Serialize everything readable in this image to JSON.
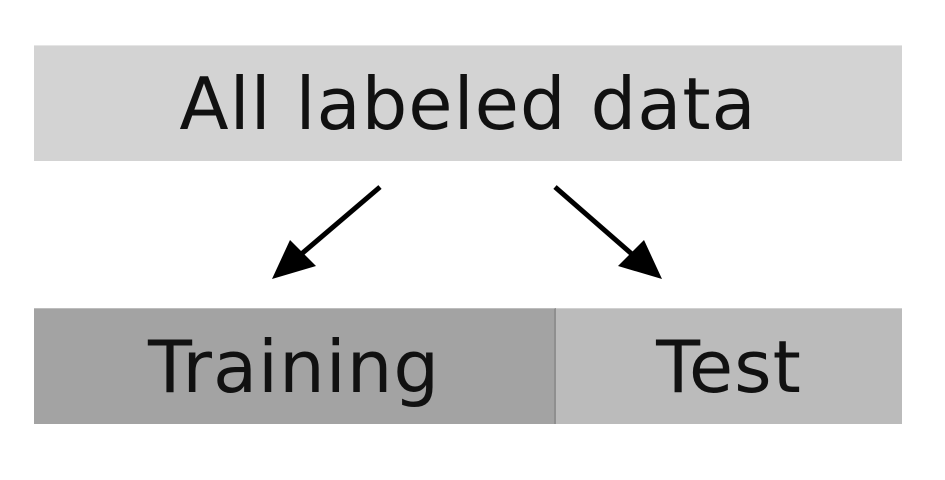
{
  "diagram": {
    "root": {
      "label": "All labeled data"
    },
    "children": [
      {
        "label": "Training"
      },
      {
        "label": "Test"
      }
    ]
  },
  "colors": {
    "root_fill": "#d3d3d3",
    "training_fill": "#a3a3a3",
    "test_fill": "#bbbbbb",
    "arrow": "#000000",
    "text": "#111111"
  }
}
